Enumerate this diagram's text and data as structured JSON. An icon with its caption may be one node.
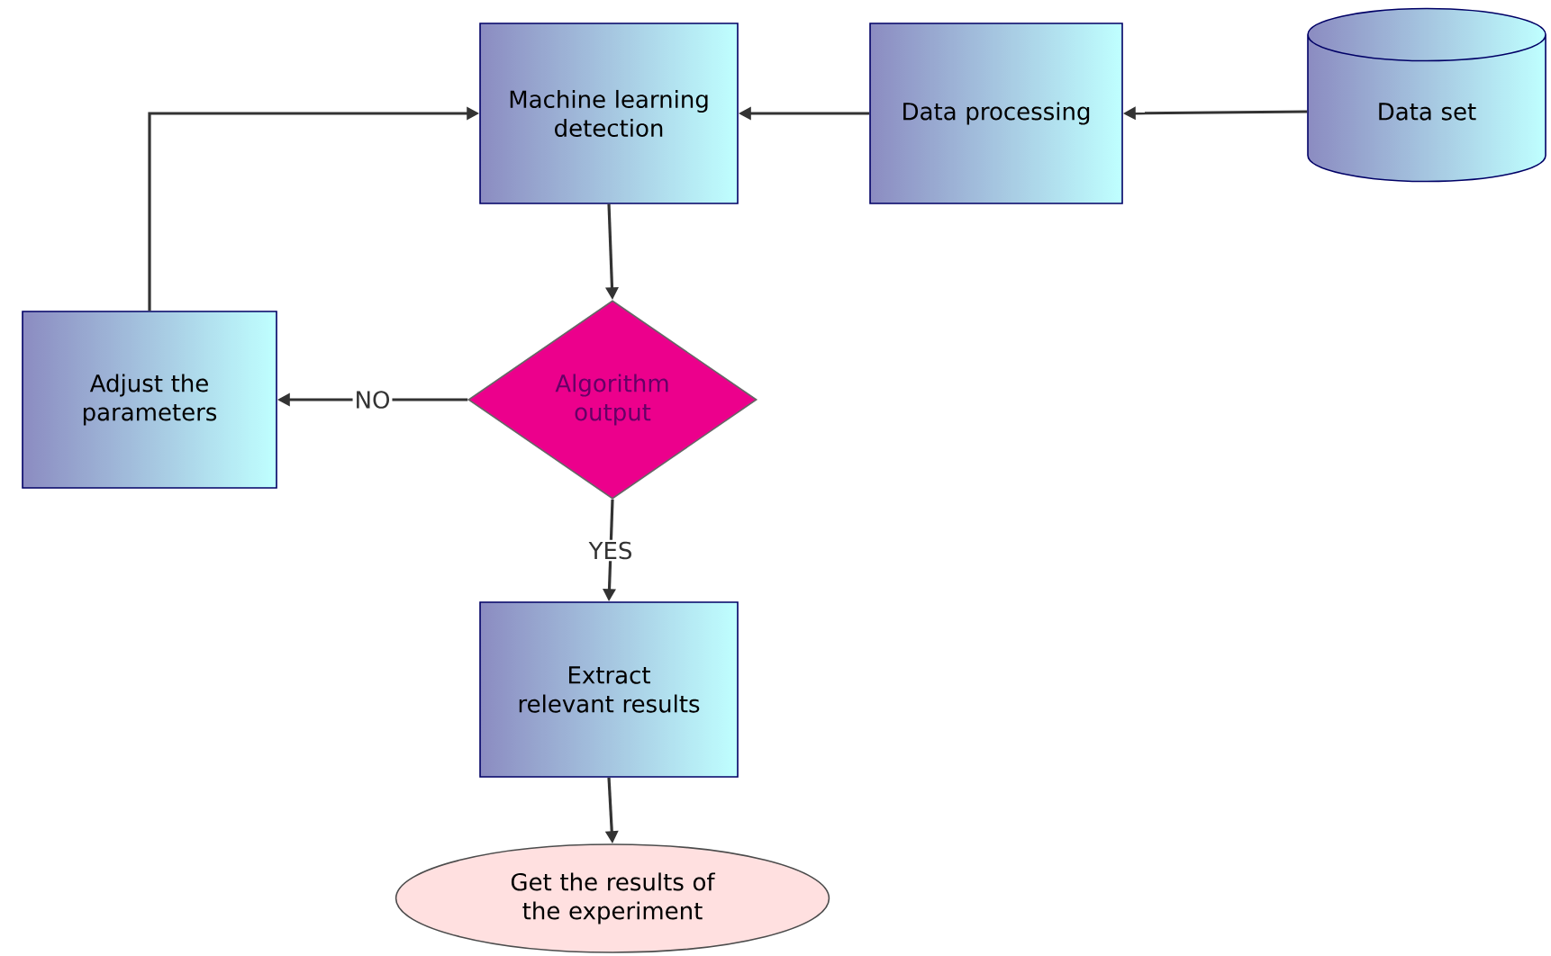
{
  "diagram": {
    "nodes": [
      {
        "text": [
          "Data set"
        ]
      },
      {
        "text": [
          "Data processing"
        ]
      },
      {
        "text": [
          "Machine learning detection"
        ]
      },
      {
        "text": [
          "Algorithm output"
        ]
      },
      {
        "text": [
          "Adjust the parameters"
        ]
      },
      {
        "text": [
          "Extract relevant results"
        ]
      },
      {
        "text": [
          "Get the results of the experiment"
        ]
      }
    ],
    "edges": [
      {
        "from": 0,
        "to": 1,
        "arrow": "to"
      },
      {
        "from": 1,
        "to": 2,
        "arrow": "to"
      },
      {
        "from": 2,
        "to": 3,
        "arrow": "to"
      },
      {
        "from": 3,
        "to": 4,
        "arrow": "to",
        "label": "NO"
      },
      {
        "from": 3,
        "to": 5,
        "arrow": "to",
        "label": "YES"
      },
      {
        "from": 4,
        "to": 2,
        "arrow": "to"
      },
      {
        "from": 5,
        "to": 6,
        "arrow": "to"
      }
    ]
  }
}
